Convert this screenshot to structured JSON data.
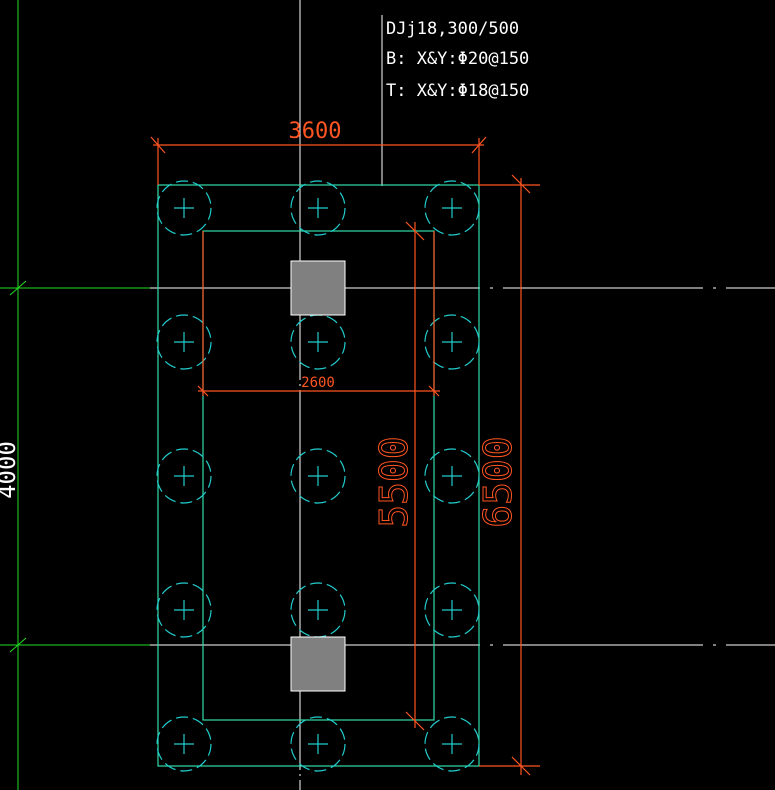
{
  "annotation": {
    "foundation_code": "DJj18,300/500",
    "bottom_rebar": "B: X&Y:Φ20@150",
    "top_rebar": "T: X&Y:Φ18@150"
  },
  "dimensions": {
    "cap_width": "3600",
    "cap_length": "6500",
    "inner_width": "2600",
    "inner_length": "5500",
    "grid_spacing": "4000"
  },
  "colors": {
    "background": "#000000",
    "axis_line": "#ffffff",
    "grid_line": "#22dd22",
    "outline": "#33ddaa",
    "pile": "#22cccc",
    "dimension": "#ff5522",
    "column": "#808080",
    "text": "#ffffff"
  },
  "legend_piles": {
    "rows": 5,
    "cols": 3
  }
}
